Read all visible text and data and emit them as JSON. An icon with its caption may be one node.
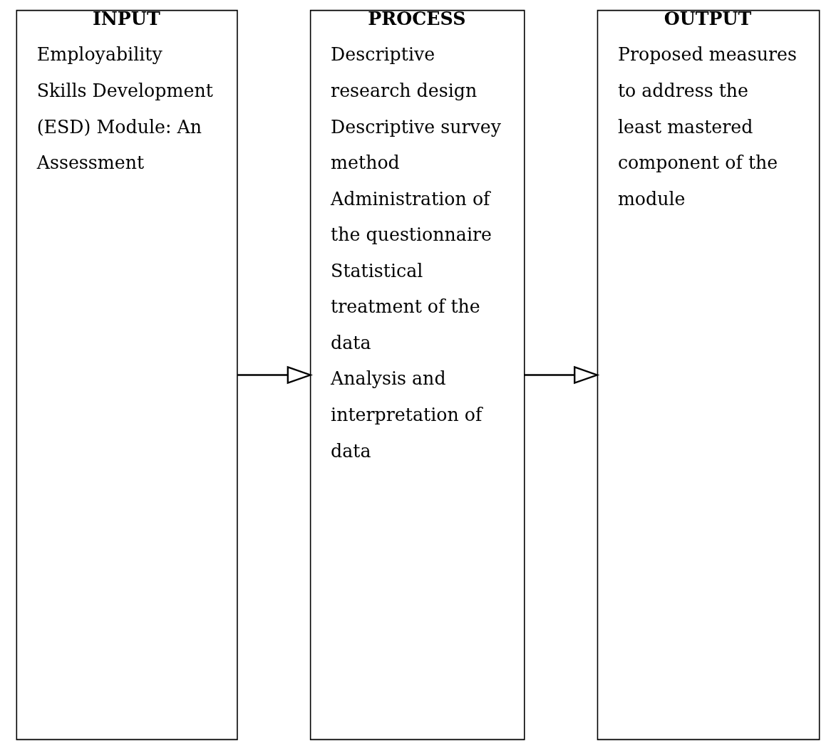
{
  "diagram": {
    "nodes": [
      {
        "text": [
          "INPUT",
          "Employability Skills Development (ESD) Module: An Assessment"
        ]
      },
      {
        "text": [
          "PROCESS",
          "Descriptive research design",
          "Descriptive survey method",
          "Administration of the questionnaire",
          "Statistical treatment of the data",
          "Analysis and interpretation of data"
        ]
      },
      {
        "text": [
          "OUTPUT",
          "Proposed measures to address the least mastered component of the module"
        ]
      }
    ],
    "edges": [
      {
        "from": 0,
        "to": 1,
        "arrow": "to"
      },
      {
        "from": 1,
        "to": 2,
        "arrow": "to"
      }
    ]
  }
}
